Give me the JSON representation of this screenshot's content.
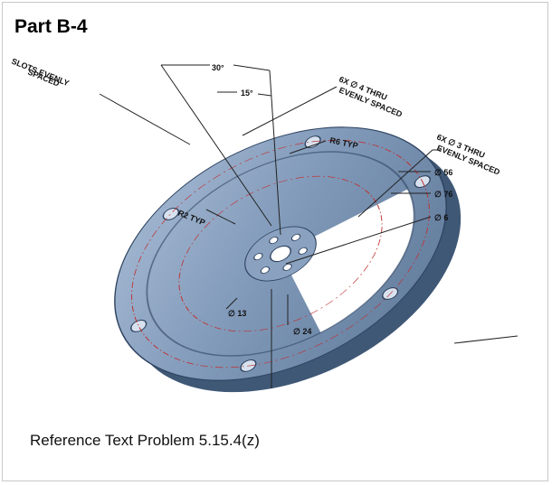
{
  "title": "Part B-4",
  "caption": "Reference Text Problem 5.15.4(z)",
  "callouts": {
    "slots_line1": "SLOTS EVENLY",
    "slots_line2": "SPACED",
    "angle_30": "30°",
    "angle_15": "15°",
    "holes4_line1": "6X ∅ 4 THRU",
    "holes4_line2": "EVENLY SPACED",
    "r6": "R6 TYP",
    "holes3_line1": "6X ∅ 3 THRU",
    "holes3_line2": "EVENLY SPACED",
    "d56": "∅ 56",
    "d76": "∅ 76",
    "d6": "∅ 6",
    "r2": "R2 TYP",
    "d13": "∅ 13",
    "d24": "∅ 24"
  },
  "colors": {
    "part_face": "#7f98b8",
    "part_side": "#4d6786",
    "dimension_line": "#222222",
    "center_line": "#c03030"
  }
}
